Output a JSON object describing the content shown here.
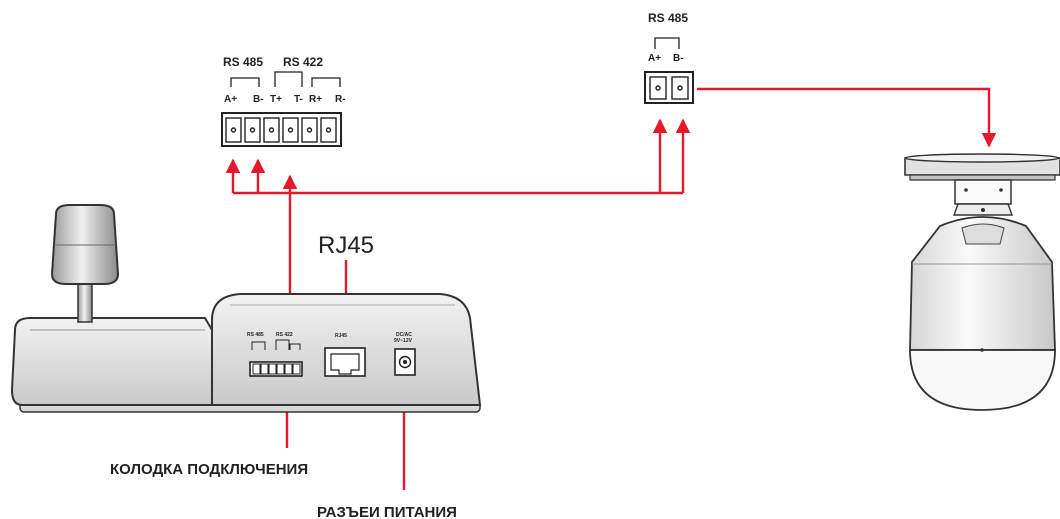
{
  "terminal_block": {
    "rs485_label": "RS 485",
    "rs422_label": "RS 422",
    "pins": [
      "A+",
      "B-",
      "T+",
      "T-",
      "R+",
      "R-"
    ]
  },
  "camera_block": {
    "rs485_label": "RS 485",
    "pins": [
      "A+",
      "B-"
    ]
  },
  "keyboard": {
    "rs485_label": "RS 485",
    "rs422_label": "RS 422",
    "rj45_label": "RJ45",
    "power_label": "DC/AC",
    "power_voltage": "9V~12V"
  },
  "callouts": {
    "rj45": "RJ45",
    "terminal": "КОЛОДКА ПОДКЛЮЧЕНИЯ",
    "power": "РАЗЪЕИ ПИТАНИЯ"
  },
  "colors": {
    "wire": "#e8182b",
    "outline": "#222222",
    "device_fill": "#e6e6e6"
  }
}
